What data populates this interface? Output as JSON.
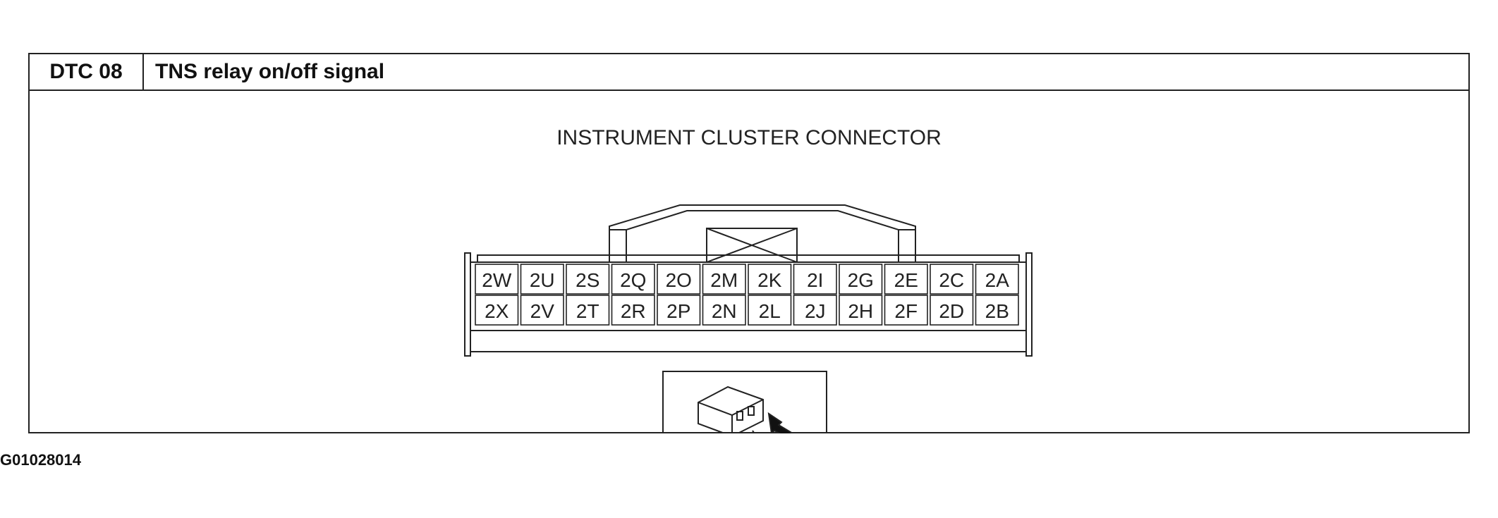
{
  "header": {
    "dtc_code": "DTC 08",
    "title": "TNS relay on/off signal"
  },
  "diagram": {
    "connector_label": "INSTRUMENT CLUSTER CONNECTOR",
    "top_row": [
      "2W",
      "2U",
      "2S",
      "2Q",
      "2O",
      "2M",
      "2K",
      "2I",
      "2G",
      "2E",
      "2C",
      "2A"
    ],
    "bottom_row": [
      "2X",
      "2V",
      "2T",
      "2R",
      "2P",
      "2N",
      "2L",
      "2J",
      "2H",
      "2F",
      "2D",
      "2B"
    ],
    "inset_icon": "connector-probe-icon"
  },
  "footer": {
    "figure_code": "G01028014"
  }
}
